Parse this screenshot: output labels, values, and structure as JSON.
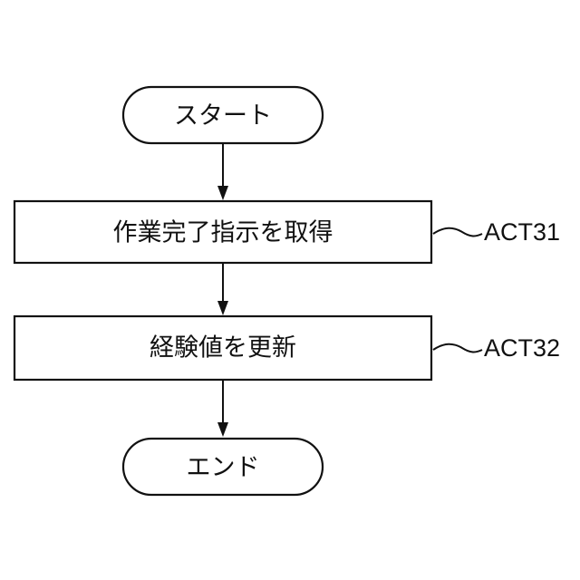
{
  "nodes": {
    "start": {
      "label": "スタート",
      "shape": "terminator"
    },
    "act31": {
      "label": "作業完了指示を取得",
      "shape": "process",
      "ref": "ACT31"
    },
    "act32": {
      "label": "経験値を更新",
      "shape": "process",
      "ref": "ACT32"
    },
    "end": {
      "label": "エンド",
      "shape": "terminator"
    }
  },
  "edges": [
    {
      "from": "start",
      "to": "act31"
    },
    {
      "from": "act31",
      "to": "act32"
    },
    {
      "from": "act32",
      "to": "end"
    }
  ],
  "colors": {
    "stroke": "#111111",
    "fill": "#ffffff"
  }
}
